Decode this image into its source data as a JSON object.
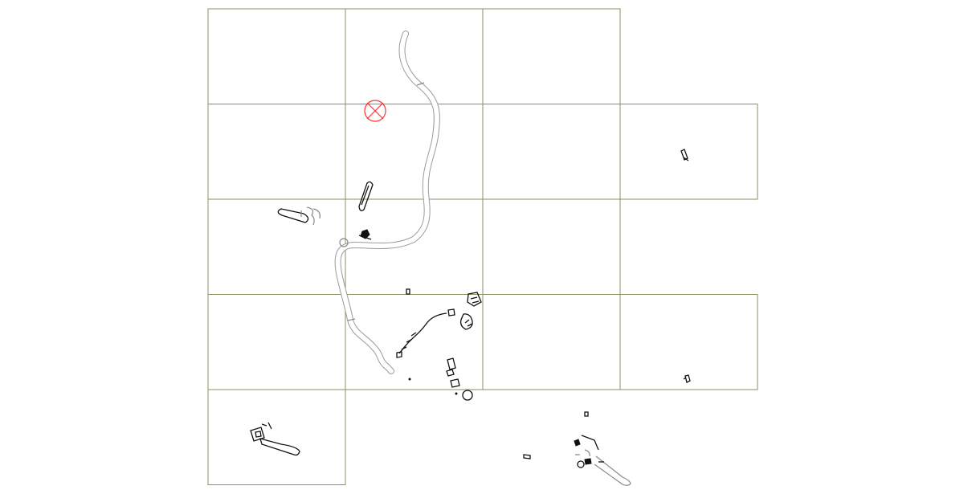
{
  "map": {
    "grid": {
      "rows": [
        {
          "row": 0,
          "cols": [
            0,
            1,
            2
          ]
        },
        {
          "row": 1,
          "cols": [
            0,
            1,
            2,
            3
          ]
        },
        {
          "row": 2,
          "cols": [
            0,
            1,
            2
          ]
        },
        {
          "row": 3,
          "cols": [
            0,
            1,
            2,
            3
          ]
        },
        {
          "row": 4,
          "cols": [
            0
          ]
        }
      ]
    },
    "colors": {
      "grid_line": "#8f8f63",
      "river_edge": "#9a9a9a",
      "feature_ink": "#111111",
      "marker": "#ff3333"
    },
    "marker": {
      "icon": "crosshair-circle-icon"
    }
  }
}
